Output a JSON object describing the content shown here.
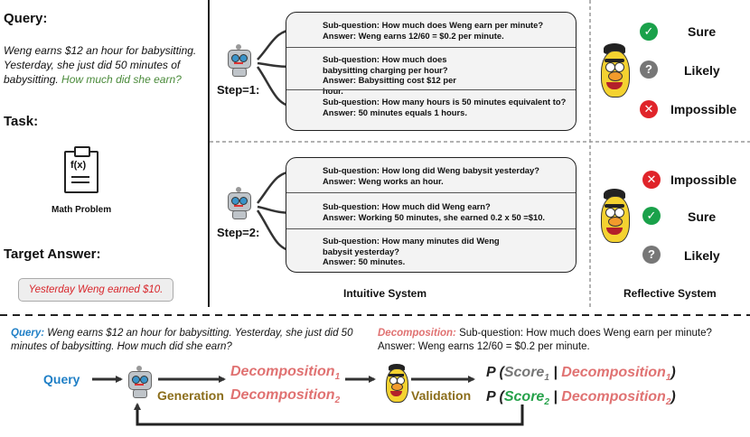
{
  "left": {
    "query_label": "Query:",
    "query_text": "Weng earns $12 an hour for babysitting. Yesterday, she just did 50 minutes of babysitting.",
    "query_question": "How much did she earn?",
    "task_label": "Task:",
    "task_name": "Math Problem",
    "target_label": "Target Answer:",
    "target_answer": "Yesterday Weng earned $10."
  },
  "steps": [
    {
      "label": "Step=1:",
      "items": [
        {
          "id": "1a.",
          "q": "Sub-question: How much does Weng earn per minute?",
          "a": "Answer: Weng earns 12/60 = $0.2 per minute."
        },
        {
          "id": "1b.",
          "q": "Sub-question: How much does babysitting charging per hour?",
          "a": "Answer: Babysitting cost $12 per hour."
        },
        {
          "id": "1c.",
          "q": "Sub-question: How many hours is 50 minutes equivalent to?",
          "a": "Answer: 50 minutes equals 1 hours."
        }
      ],
      "ratings": [
        {
          "icon": "check",
          "label": "Sure"
        },
        {
          "icon": "question",
          "label": "Likely"
        },
        {
          "icon": "cross",
          "label": "Impossible"
        }
      ]
    },
    {
      "label": "Step=2:",
      "items": [
        {
          "id": "2a.",
          "q": "Sub-question: How long did Weng babysit yesterday?",
          "a": "Answer: Weng works an hour."
        },
        {
          "id": "2b.",
          "q": "Sub-question: How much did Weng earn?",
          "a": "Answer: Working 50 minutes, she earned 0.2 x 50 =$10."
        },
        {
          "id": "2c.",
          "q": "Sub-question: How many minutes did Weng babysit yesterday?",
          "a": "Answer: 50 minutes."
        }
      ],
      "ratings": [
        {
          "icon": "cross",
          "label": "Impossible"
        },
        {
          "icon": "check",
          "label": "Sure"
        },
        {
          "icon": "question",
          "label": "Likely"
        }
      ]
    }
  ],
  "systems": {
    "intuitive": "Intuitive System",
    "reflective": "Reflective System"
  },
  "bottom": {
    "query_prefix": "Query:",
    "query_text": " Weng earns $12 an hour for babysitting. Yesterday, she just did 50 minutes of babysitting. How much did she earn?",
    "decomp_prefix": "Decomposition:",
    "decomp_text": " Sub-question: How much does Weng earn per minute? Answer: Weng earns 12/60 = $0.2 per minute.",
    "flow_query": "Query",
    "generation": "Generation",
    "decomposition": "Decomposition",
    "sub1": "1",
    "sub2": "2",
    "validation": "Validation",
    "prob": "P",
    "score": "Score"
  }
}
